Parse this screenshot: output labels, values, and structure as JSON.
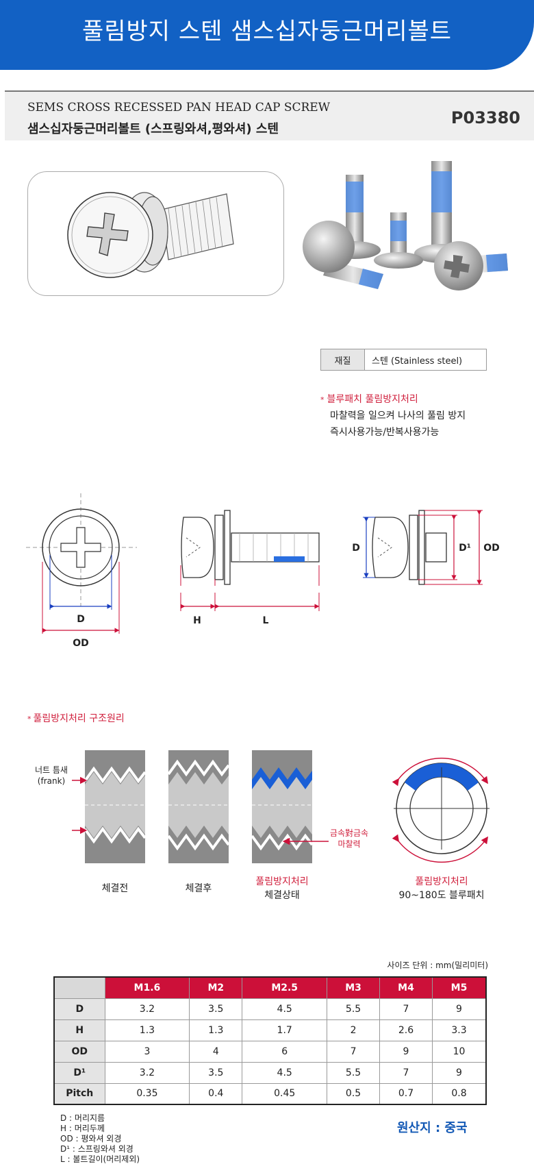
{
  "banner": {
    "title": "풀림방지 스텐 샘스십자둥근머리볼트"
  },
  "header": {
    "title_en": "SEMS CROSS RECESSED PAN HEAD CAP SCREW",
    "title_ko": "샘스십자둥근머리볼트 (스프링와셔,평와셔) 스텐",
    "product_code": "P03380"
  },
  "material": {
    "label": "재질",
    "value": "스텐 (Stainless steel)"
  },
  "note": {
    "title": "블루패치 풀림방지처리",
    "lines": [
      "마찰력을 일으켜 나사의 풀림 방지",
      "즉시사용가능/반복사용가능"
    ]
  },
  "dimension_labels": {
    "d": "D",
    "od": "OD",
    "h": "H",
    "l": "L",
    "d1": "D¹"
  },
  "principle": {
    "title": "풀림방지처리 구조원리",
    "nut_gap_label": "너트 틈새",
    "nut_gap_sub": "(frank)",
    "before": "체결전",
    "after": "체결후",
    "treated_title": "풀림방지처리",
    "treated_sub": "체결상태",
    "friction_1": "금속對금속",
    "friction_2": "마찰력",
    "patch_title": "풀림방지처리",
    "patch_sub": "90~180도 블루패치"
  },
  "specs": {
    "unit": "사이즈 단위 : mm(밀리미터)",
    "columns": [
      "M1.6",
      "M2",
      "M2.5",
      "M3",
      "M4",
      "M5"
    ],
    "rows": [
      {
        "label": "D",
        "values": [
          "3.2",
          "3.5",
          "4.5",
          "5.5",
          "7",
          "9"
        ]
      },
      {
        "label": "H",
        "values": [
          "1.3",
          "1.3",
          "1.7",
          "2",
          "2.6",
          "3.3"
        ]
      },
      {
        "label": "OD",
        "values": [
          "3",
          "4",
          "6",
          "7",
          "9",
          "10"
        ]
      },
      {
        "label": "D¹",
        "values": [
          "3.2",
          "3.5",
          "4.5",
          "5.5",
          "7",
          "9"
        ]
      },
      {
        "label": "Pitch",
        "values": [
          "0.35",
          "0.4",
          "0.45",
          "0.5",
          "0.7",
          "0.8"
        ]
      }
    ]
  },
  "legend": [
    "D : 머리지름",
    "H : 머리두께",
    "OD : 평와셔 외경",
    "D¹ : 스프링와셔 외경",
    "L : 볼트길이(머리제외)"
  ],
  "origin": "원산지 : 중국",
  "colors": {
    "brand_blue": "#1261c4",
    "accent_red": "#cc1039",
    "patch_blue": "#1a5fd6"
  }
}
